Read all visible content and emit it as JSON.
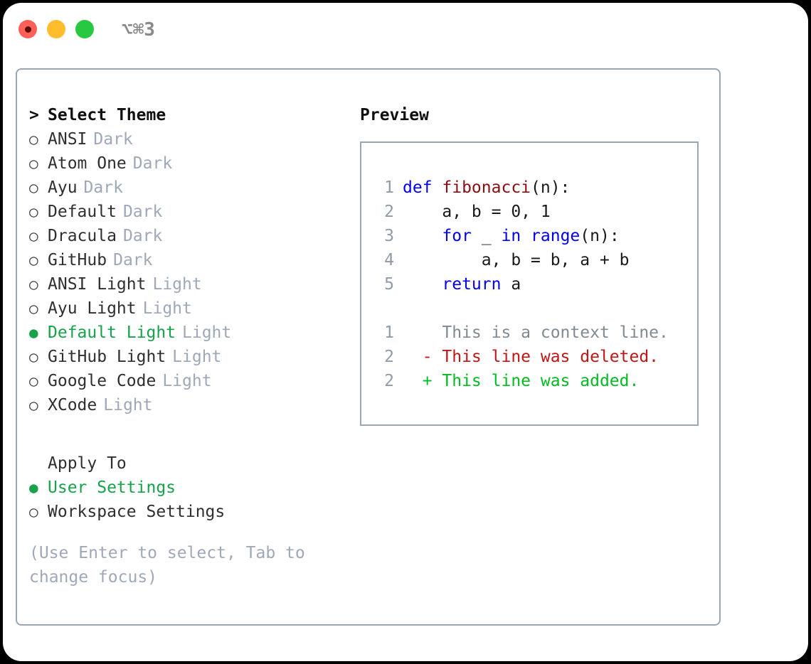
{
  "titlebar": {
    "shortcut": "⌥⌘3",
    "buttons": [
      {
        "name": "close",
        "color": "#ff6159"
      },
      {
        "name": "minimize",
        "color": "#ffbd2e"
      },
      {
        "name": "maximize",
        "color": "#28c840"
      }
    ]
  },
  "theme_picker": {
    "marker_prompt": ">",
    "marker_unselected": "○",
    "marker_selected": "●",
    "header": "Select Theme",
    "items": [
      {
        "label": "ANSI",
        "tag": "Dark",
        "selected": false
      },
      {
        "label": "Atom One",
        "tag": "Dark",
        "selected": false
      },
      {
        "label": "Ayu",
        "tag": "Dark",
        "selected": false
      },
      {
        "label": "Default",
        "tag": "Dark",
        "selected": false
      },
      {
        "label": "Dracula",
        "tag": "Dark",
        "selected": false
      },
      {
        "label": "GitHub",
        "tag": "Dark",
        "selected": false
      },
      {
        "label": "ANSI Light",
        "tag": "Light",
        "selected": false
      },
      {
        "label": "Ayu Light",
        "tag": "Light",
        "selected": false
      },
      {
        "label": "Default Light",
        "tag": "Light",
        "selected": true
      },
      {
        "label": "GitHub Light",
        "tag": "Light",
        "selected": false
      },
      {
        "label": "Google Code",
        "tag": "Light",
        "selected": false
      },
      {
        "label": "XCode",
        "tag": "Light",
        "selected": false
      }
    ]
  },
  "apply_to": {
    "header": "Apply To",
    "items": [
      {
        "label": "User Settings",
        "selected": true
      },
      {
        "label": "Workspace Settings",
        "selected": false
      }
    ]
  },
  "hint": "(Use Enter to select, Tab to change focus)",
  "preview": {
    "title": "Preview",
    "code_lines": [
      {
        "no": "1",
        "tokens": [
          {
            "t": "def ",
            "c": "kw"
          },
          {
            "t": "fibonacci",
            "c": "fn"
          },
          {
            "t": "(n):",
            "c": "code-text"
          }
        ]
      },
      {
        "no": "2",
        "tokens": [
          {
            "t": "    a, b = 0, 1",
            "c": "code-text"
          }
        ]
      },
      {
        "no": "3",
        "tokens": [
          {
            "t": "    ",
            "c": "code-text"
          },
          {
            "t": "for",
            "c": "kw"
          },
          {
            "t": " _ ",
            "c": "code-text"
          },
          {
            "t": "in",
            "c": "kw"
          },
          {
            "t": " ",
            "c": "code-text"
          },
          {
            "t": "range",
            "c": "bi"
          },
          {
            "t": "(n):",
            "c": "code-text"
          }
        ]
      },
      {
        "no": "4",
        "tokens": [
          {
            "t": "        a, b = b, a + b",
            "c": "code-text"
          }
        ]
      },
      {
        "no": "5",
        "tokens": [
          {
            "t": "    ",
            "c": "code-text"
          },
          {
            "t": "return",
            "c": "kw"
          },
          {
            "t": " a",
            "c": "code-text"
          }
        ]
      }
    ],
    "diff_lines": [
      {
        "no": "1",
        "sign": " ",
        "text": "This is a context line.",
        "kind": "d-ctx"
      },
      {
        "no": "2",
        "sign": "-",
        "text": "This line was deleted.",
        "kind": "d-del"
      },
      {
        "no": "2",
        "sign": "+",
        "text": "This line was added.",
        "kind": "d-add"
      }
    ]
  },
  "colors": {
    "selected_green": "#16a34a",
    "border": "#9ba6b4",
    "muted": "#9fa8b8",
    "keyword": "#0000ee",
    "function": "#8b0f10",
    "diff_add": "#00bb22",
    "diff_del": "#c01616"
  }
}
